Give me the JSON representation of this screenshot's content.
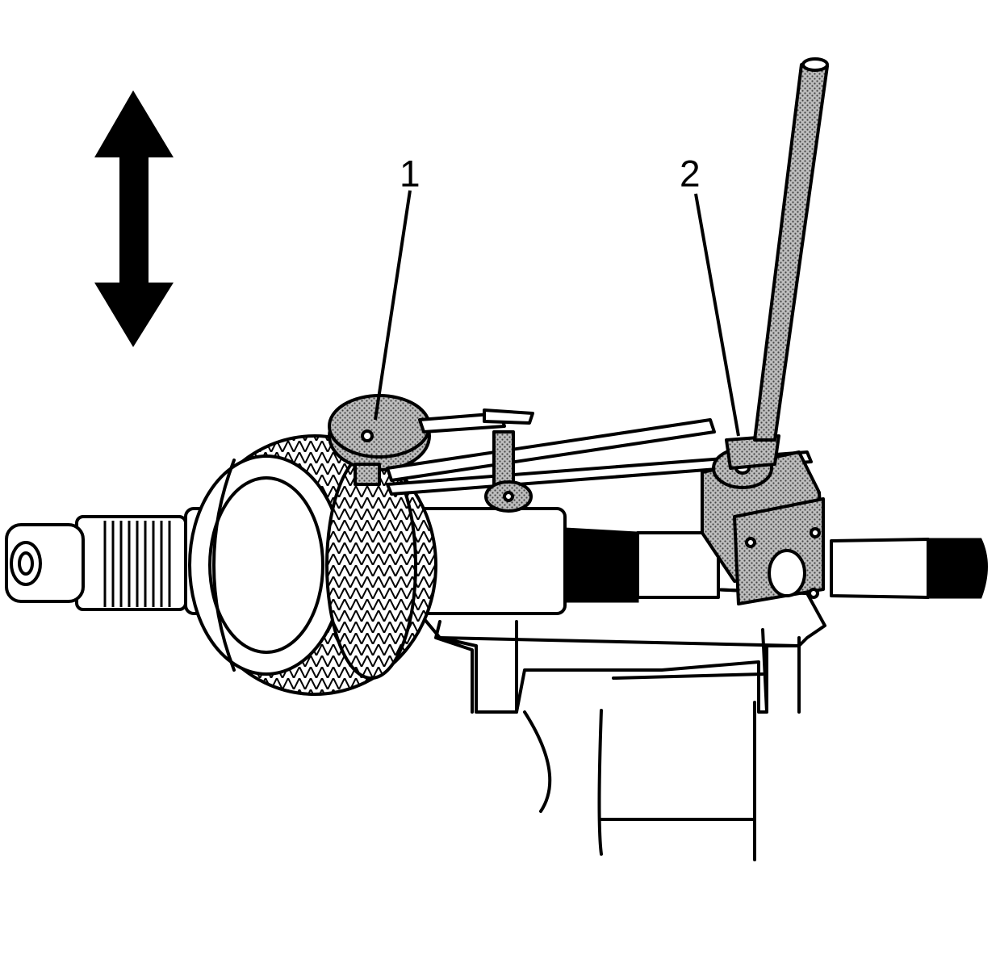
{
  "callouts": [
    {
      "id": "1",
      "label": "1"
    },
    {
      "id": "2",
      "label": "2"
    }
  ],
  "colors": {
    "ink": "#000000",
    "paper": "#ffffff",
    "stipple": "#8c8c8c"
  },
  "icons": {
    "motion": "double-arrow-vertical-icon"
  }
}
